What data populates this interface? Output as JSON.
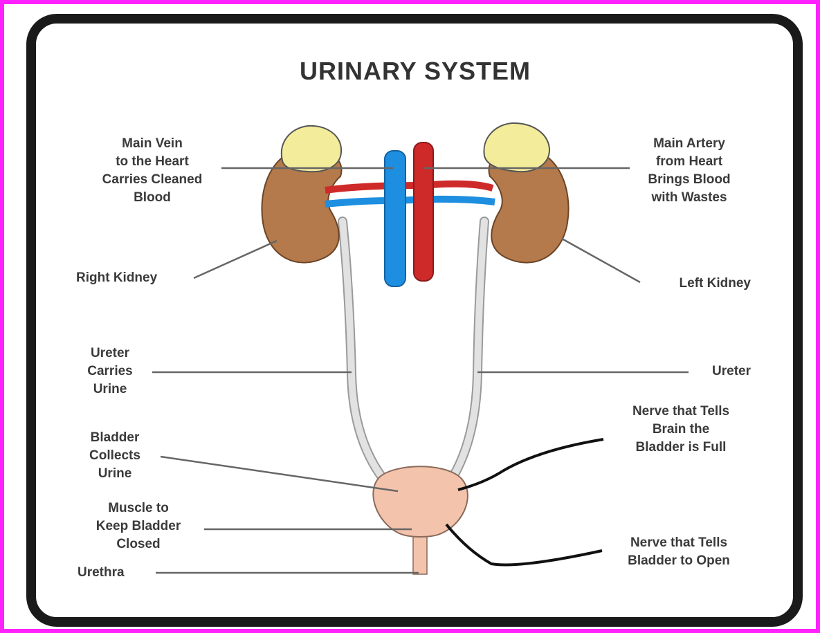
{
  "title": "URINARY SYSTEM",
  "labels": {
    "main_vein": "Main Vein\nto the Heart\nCarries Cleaned\nBlood",
    "main_artery": "Main Artery\nfrom Heart\nBrings Blood\nwith Wastes",
    "right_kidney": "Right Kidney",
    "left_kidney": "Left Kidney",
    "ureter_left": "Ureter\nCarries\nUrine",
    "ureter_right": "Ureter",
    "bladder": "Bladder\nCollects\nUrine",
    "nerve_full": "Nerve that Tells\nBrain the\nBladder is Full",
    "muscle": "Muscle to\nKeep Bladder\nClosed",
    "nerve_open": "Nerve that Tells\nBladder to Open",
    "urethra": "Urethra"
  },
  "colors": {
    "border": "#ff22ff",
    "frame": "#1a1a1a",
    "kidney": "#b47a4c",
    "adrenal": "#f3ec9b",
    "vein": "#1e8fe0",
    "artery": "#cf2a2a",
    "ureter": "#dddddd",
    "bladder": "#f3c3ac"
  }
}
